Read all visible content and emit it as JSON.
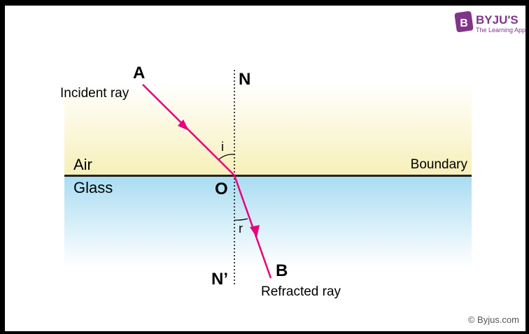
{
  "brand": {
    "name": "BYJU'S",
    "tagline": "The Learning App",
    "logo_letter": "B"
  },
  "copyright": "© Byjus.com",
  "points": {
    "incident_start": "A",
    "refracted_end": "B",
    "normal_top": "N",
    "normal_bottom": "N’",
    "point_of_incidence": "O"
  },
  "angles": {
    "incidence": "i",
    "refraction": "r"
  },
  "labels": {
    "incident_ray": "Incident ray",
    "refracted_ray": "Refracted ray",
    "medium_top": "Air",
    "medium_bottom": "Glass",
    "boundary": "Boundary"
  },
  "colors": {
    "ray": "#e6007e",
    "air_gradient_top": "#ffffff",
    "air_gradient_bottom": "#f7efb8",
    "glass_gradient_top": "#a9dcf2",
    "glass_gradient_bottom": "#ffffff",
    "brand_purple": "#813588",
    "border": "#000000"
  }
}
